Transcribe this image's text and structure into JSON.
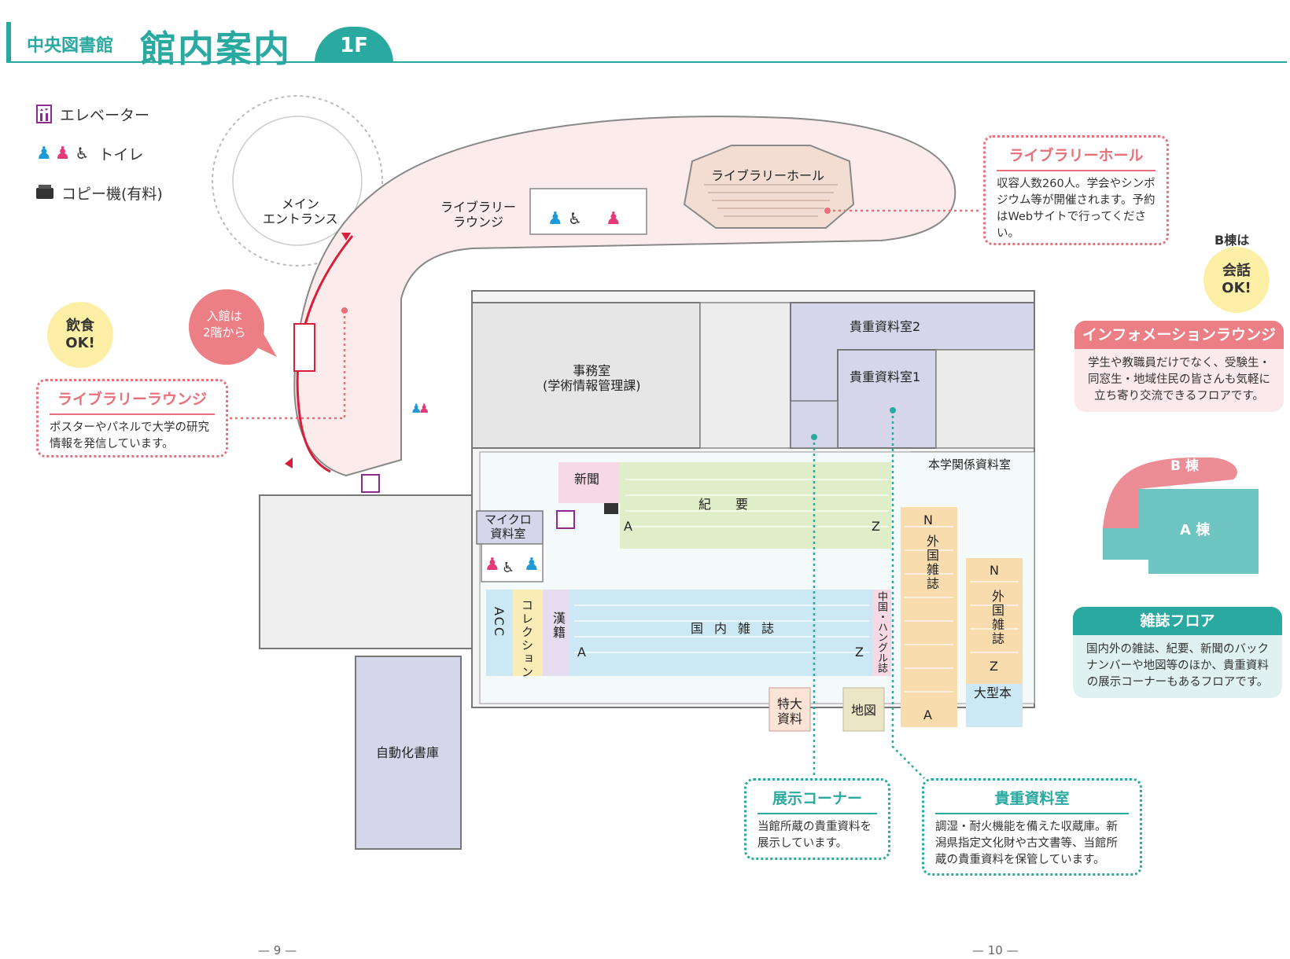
{
  "header": {
    "subtitle": "中央図書館",
    "title": "館内案内",
    "floor": "1F"
  },
  "legend": {
    "elevator": "エレベーター",
    "toilet": "トイレ",
    "copier": "コピー機(有料)"
  },
  "map_labels": {
    "main_entrance_1": "メイン",
    "main_entrance_2": "エントランス",
    "lounge_1": "ライブラリー",
    "lounge_2": "ラウンジ",
    "hall": "ライブラリーホール",
    "office_1": "事務室",
    "office_2": "(学術情報管理課)",
    "rare2": "貴重資料室2",
    "rare1": "貴重資料室1",
    "univ": "本学関係資料室",
    "micro_1": "マイクロ",
    "micro_2": "資料室",
    "newspaper": "新聞",
    "kiyo_1": "紀",
    "kiyo_2": "要",
    "kiyo_a": "A",
    "kiyo_z": "Z",
    "acc": "ACC",
    "collection": "コレクション",
    "kanseki": "漢籍",
    "domestic_1": "国",
    "domestic_2": "内",
    "domestic_3": "雑",
    "domestic_4": "誌",
    "dom_a": "A",
    "dom_z": "Z",
    "chinese": "中国・ハングル誌",
    "foreign1": "外国雑誌",
    "foreign1_n": "N",
    "foreign1_a": "A",
    "foreign2": "外国雑誌",
    "foreign2_n": "N",
    "foreign2_z": "Z",
    "oversize": "大型本",
    "special_1": "特大",
    "special_2": "資料",
    "maps": "地図",
    "auto_storage": "自動化書庫",
    "entry_bubble_1": "入館は",
    "entry_bubble_2": "2階から"
  },
  "badges": {
    "eat_1": "飲食",
    "eat_2": "OK!",
    "talk_top": "B棟は",
    "talk_1": "会話",
    "talk_2": "OK!"
  },
  "callouts": {
    "hall": {
      "title": "ライブラリーホール",
      "body": "収容人数260人。学会やシンポジウム等が開催されます。予約はWebサイトで行ってください。"
    },
    "lounge": {
      "title": "ライブラリーラウンジ",
      "body": "ポスターやパネルで大学の研究情報を発信しています。"
    },
    "exhibit": {
      "title": "展示コーナー",
      "body": "当館所蔵の貴重資料を展示しています。"
    },
    "rare": {
      "title": "貴重資料室",
      "body": "調湿・耐火機能を備えた収蔵庫。新潟県指定文化財や古文書等、当館所蔵の貴重資料を保管しています。"
    }
  },
  "panels": {
    "info": {
      "title": "インフォメーションラウンジ",
      "body": "学生や教職員だけでなく、受験生・同窓生・地域住民の皆さんも気軽に立ち寄り交流できるフロアです。"
    },
    "magazine": {
      "title": "雑誌フロア",
      "body": "国内外の雑誌、紀要、新聞のバックナンバーや地図等のほか、貴重資料の展示コーナーもあるフロアです。"
    }
  },
  "building_key": {
    "b": "B 棟",
    "a": "A 棟"
  },
  "pages": {
    "left": "— 9 —",
    "right": "— 10 —"
  },
  "colors": {
    "teal": "#2aa9a1",
    "pink": "#e8707a",
    "elevator": "#8b2a8f",
    "rare_room": "#d5d6ea",
    "kiyo_shelf": "#dfeec8",
    "domestic_shelf": "#cde8f5",
    "foreign_shelf": "#f9dcae",
    "lounge_floor": "#fbeceb",
    "badge": "#fdf0a6"
  }
}
